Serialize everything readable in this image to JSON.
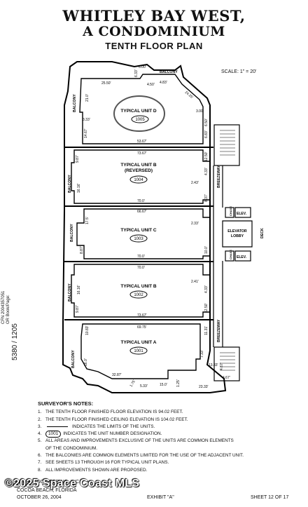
{
  "header": {
    "title_line1": "WHITLEY BAY WEST,",
    "title_line2": "A CONDOMINIUM",
    "subtitle": "TENTH FLOOR PLAN",
    "scale": "SCALE: 1\" = 20'"
  },
  "plan": {
    "units": [
      {
        "name": "TYPICAL UNIT D",
        "number": "1005",
        "circled": true
      },
      {
        "name": "TYPICAL UNIT B",
        "sub": "(REVERSED)",
        "number": "1004"
      },
      {
        "name": "TYPICAL UNIT C",
        "number": "1003"
      },
      {
        "name": "TYPICAL UNIT B",
        "number": "1002"
      },
      {
        "name": "TYPICAL UNIT A",
        "number": "1001"
      }
    ],
    "labels": {
      "balcony": "BALCONY",
      "breezeway": "BREEZEWAY",
      "chase": "CHASE",
      "elev": "ELEV.",
      "elevator_lobby_1": "ELEVATOR",
      "elevator_lobby_2": "LOBBY",
      "deck": "DECK"
    },
    "dims": {
      "d_top_2550": "25.50'",
      "d_top_600": "6.00'",
      "d_top_450": "4.50'",
      "d_top_483": "4.83'",
      "d_top_2425": "24.25'",
      "d_top_633": "6.33'",
      "d_d_21": "21.0'",
      "d_d_333": "3.33'",
      "d_d_1467": "14.67'",
      "d_d_5367": "53.67'",
      "d_d_300": "3.00'",
      "d_d_683": "6.83'",
      "d_d_650": "6.50'",
      "d_b1_7367": "73.67'",
      "d_b1_1250": "12.50'",
      "d_b1_987": "9.87'",
      "d_b1_1616": "16.16'",
      "d_b1_700": "70.0'",
      "d_b1_433": "4.33'",
      "d_b1_243": "2.43'",
      "d_b1_837": "8.37'",
      "d_c_6667": "66.67'",
      "d_c_175": "17.5'",
      "d_c_233": "2.33'",
      "d_c_700": "70.0'",
      "d_c_887": "8.87'",
      "d_c_100": "10.0'",
      "d_b2_700": "70.0'",
      "d_b2_1616": "16.16'",
      "d_b2_987": "9.87'",
      "d_b2_241": "2.41'",
      "d_b2_433": "4.33'",
      "d_b2_1250": "12.50'",
      "d_b2_7367": "73.67'",
      "d_a_6975": "69.75'",
      "d_a_1083": "10.83'",
      "d_a_1131": "11.31'",
      "d_a_160": "16.0'",
      "d_a_733": "7.33'",
      "d_a_1333": "13.33'",
      "d_a_467a": "4.67'",
      "d_a_467b": "4.67'",
      "d_a_3287": "32.87'",
      "d_a_175": "1.75'",
      "d_a_533": "5.33'",
      "d_a_150": "15.0'",
      "d_a_125": "1.25'",
      "d_a_2333": "23.33'"
    }
  },
  "notes": {
    "heading": "SURVEYOR'S NOTES:",
    "items": [
      {
        "num": "1.",
        "text": "THE TENTH FLOOR FINISHED FLOOR ELEVATION IS 94.02 FEET."
      },
      {
        "num": "2.",
        "text": "THE TENTH FLOOR FINISHED CEILING ELEVATION IS 104.02 FEET."
      },
      {
        "num": "3.",
        "text": "INDICATES THE LIMITS OF THE UNITS."
      },
      {
        "num": "4.",
        "symbol": "1001",
        "text": "INDICATES THE UNIT NUMBER DESIGNATION."
      },
      {
        "num": "5.",
        "text": "ALL AREAS AND IMPROVEMENTS EXCLUSIVE OF THE UNITS ARE COMMON ELEMENTS"
      },
      {
        "num": "",
        "text": "OF THE CONDOMINIUM."
      },
      {
        "num": "6.",
        "text": "THE BALCONIES ARE COMMON ELEMENTS LIMITED FOR THE USE OF THE ADJACENT UNIT."
      },
      {
        "num": "7.",
        "text": "SEE SHEETS 13 THROUGH 16 FOR TYPICAL UNIT PLANS."
      },
      {
        "num": "8.",
        "text": "ALL IMPROVEMENTS SHOWN ARE PROPOSED."
      }
    ]
  },
  "footer": {
    "company": "ALLEN ENGINEERING, INC.",
    "city": "COCOA BEACH, FLORIDA",
    "date": "OCTOBER 26, 2004",
    "exhibit": "EXHIBIT \"A\"",
    "sheet": "SHEET 12 OF 17"
  },
  "margin": {
    "cfn": "CFN 2004357051",
    "or_book": "OR Book/Page:",
    "book_page": "5380 / 1205"
  },
  "watermark": "©2025 Space Coast MLS"
}
